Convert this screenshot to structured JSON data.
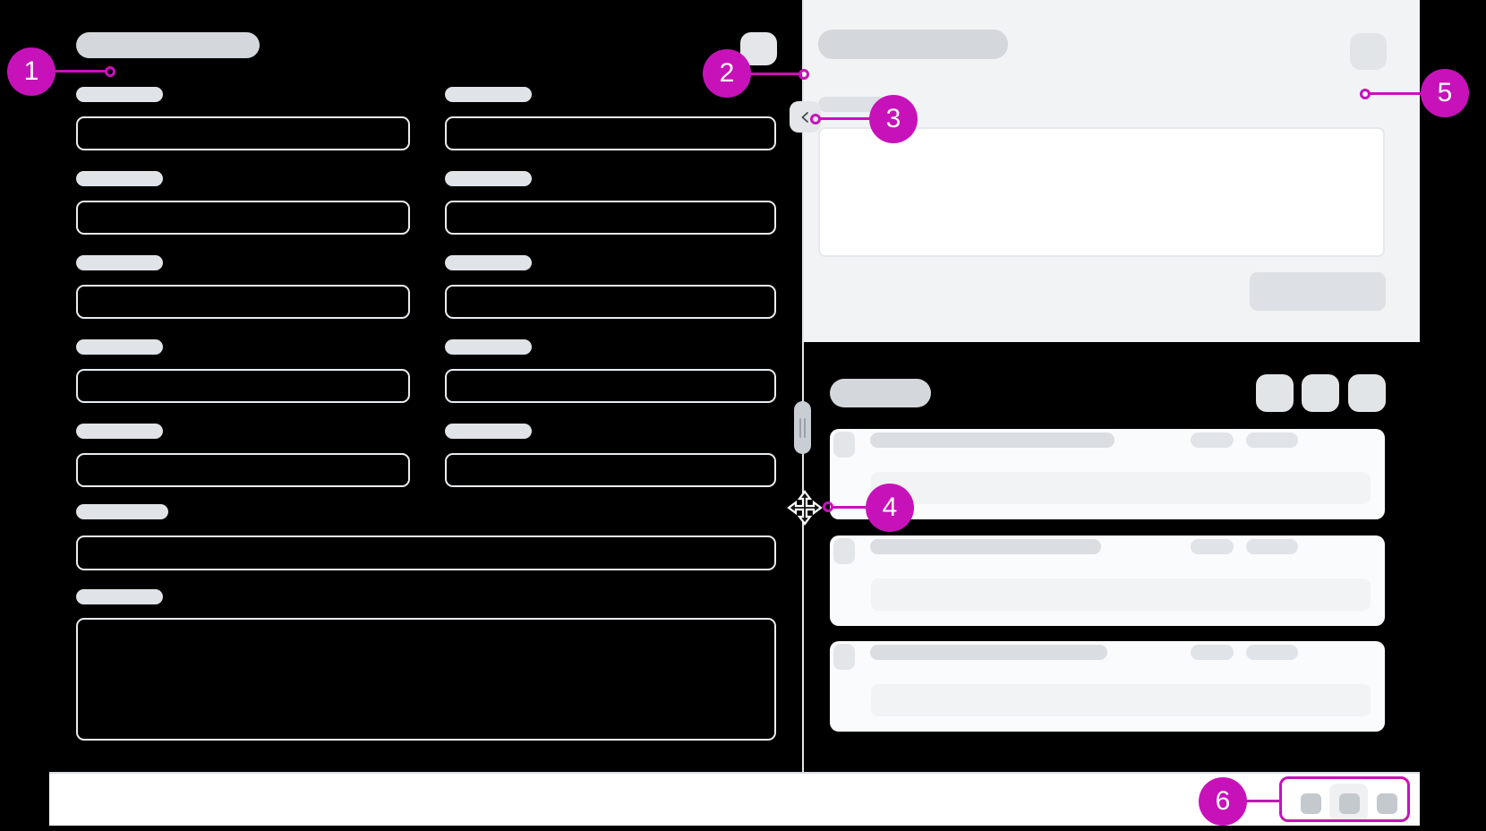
{
  "annotations": {
    "items": [
      {
        "label": "1",
        "target": "form-panel"
      },
      {
        "label": "2",
        "target": "panel-edge-top"
      },
      {
        "label": "3",
        "target": "collapse-button"
      },
      {
        "label": "4",
        "target": "divider-drag-pointer"
      },
      {
        "label": "5",
        "target": "detail-panel-edge"
      },
      {
        "label": "6",
        "target": "bottom-bar-controls"
      }
    ]
  },
  "colors": {
    "annotation_accent": "#c712ba",
    "page_background": "#000000",
    "panel_background": "#f2f3f5",
    "card_background": "#fafbfc",
    "skeleton_light": "#e0e3e7",
    "skeleton_medium": "#d4d7db",
    "bottom_bar_background": "#ffffff"
  },
  "icons": {
    "collapse_panel": "chevron-left-icon",
    "resize_handle": "grip-vertical-icon",
    "drag_pointer": "move-cursor-icon"
  }
}
